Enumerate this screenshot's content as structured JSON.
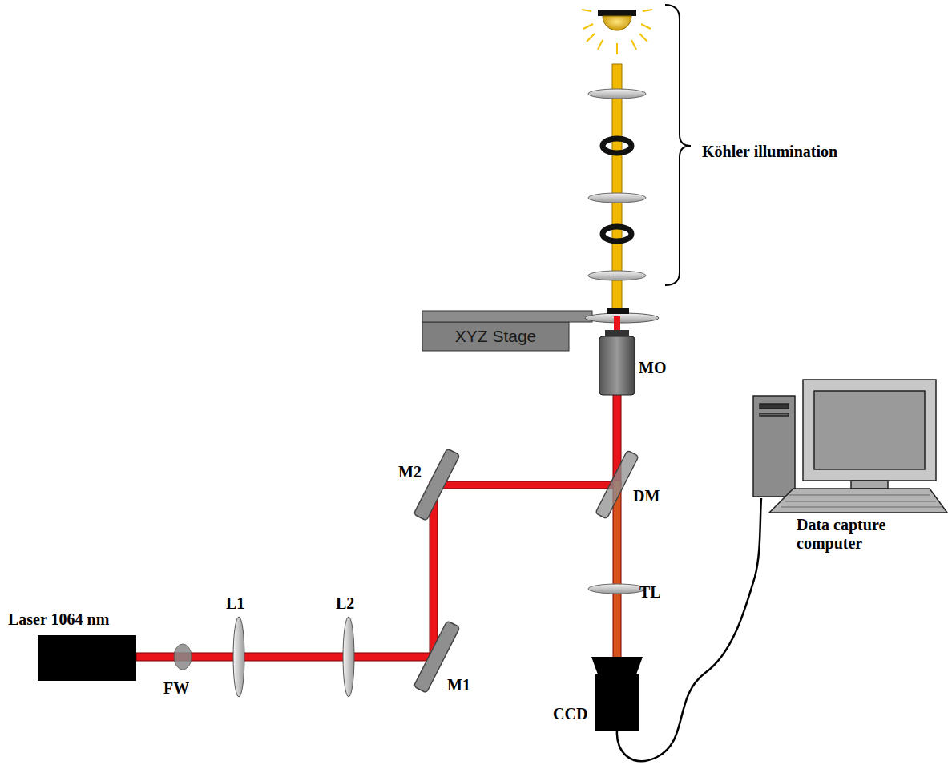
{
  "diagram": {
    "nodes": [
      {
        "text": [
          "XYZ Stage"
        ]
      }
    ],
    "labels": [
      "Köhler illumination",
      "MO",
      "M2",
      "DM",
      "Data capture computer",
      "TL",
      "CCD",
      "Laser 1064 nm",
      "FW",
      "L1",
      "L2",
      "M1"
    ]
  }
}
